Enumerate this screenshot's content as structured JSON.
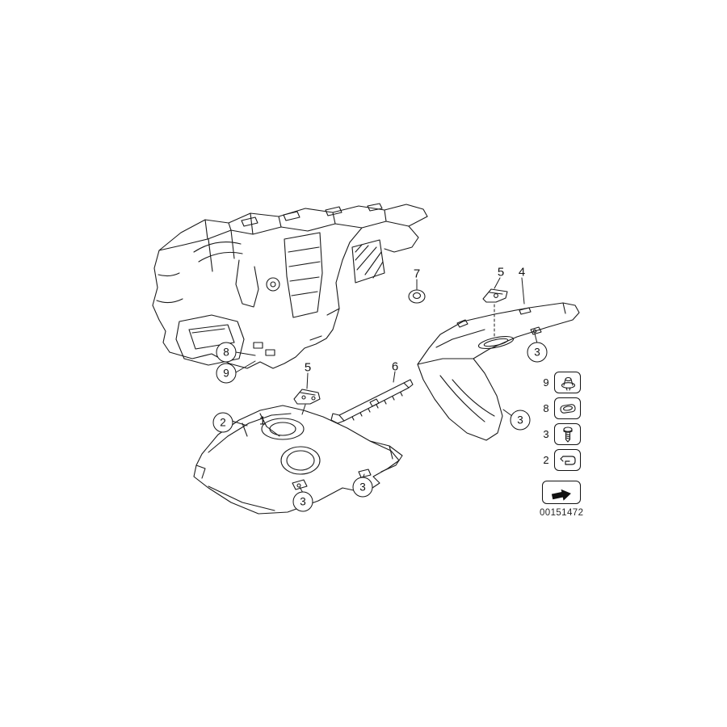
{
  "page": {
    "background_color": "#ffffff",
    "line_color": "#1a1a1a",
    "doc_number": "00151472"
  },
  "callouts": {
    "n1": "1",
    "n2": "2",
    "n3": "3",
    "n4": "4",
    "n5": "5",
    "n6": "6",
    "n7": "7",
    "n8": "8",
    "n9": "9"
  },
  "legend": {
    "items": [
      {
        "label": "9",
        "icon": "clip-fastener-icon"
      },
      {
        "label": "8",
        "icon": "grommet-icon"
      },
      {
        "label": "3",
        "icon": "screw-icon"
      },
      {
        "label": "2",
        "icon": "clamp-icon"
      }
    ],
    "continuation_icon": "continuation-arrow-icon"
  },
  "illustration": {
    "parts": [
      "dashboard-carrier",
      "footwell-trim-panel",
      "glovebox-lower-trim-panel",
      "mounting-bracket-left",
      "support-rail",
      "grommet",
      "mounting-bracket-right"
    ]
  }
}
